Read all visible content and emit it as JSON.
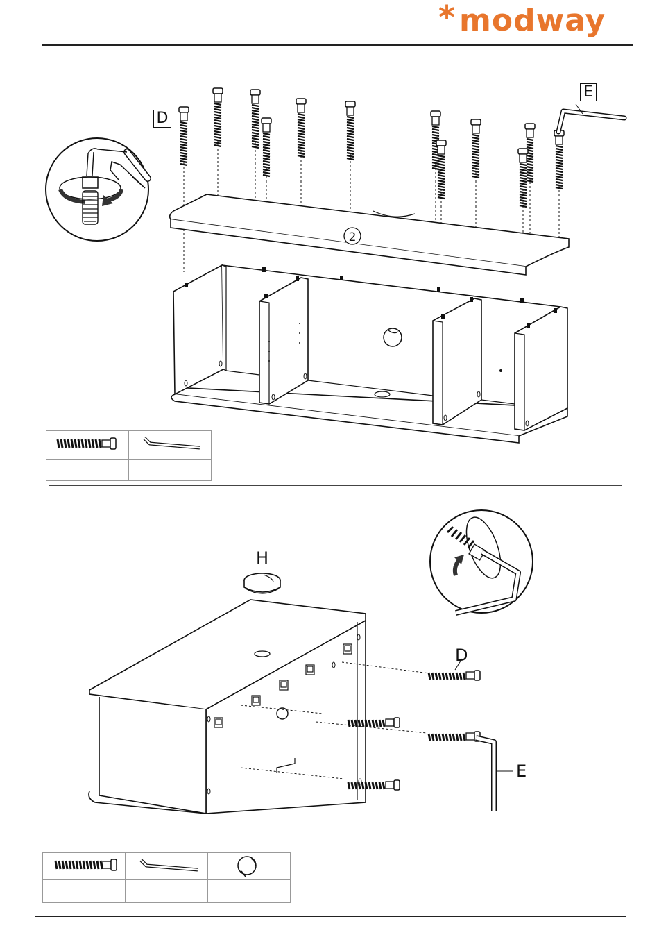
{
  "brand": {
    "star": "*",
    "name": "modway",
    "color": "#e8762d"
  },
  "step1": {
    "panel_number": "2",
    "labels": {
      "screw": "D",
      "key": "E"
    },
    "parts_table": [
      {
        "icon": "cam-bolt-icon",
        "qty": ""
      },
      {
        "icon": "allen-key-icon",
        "qty": ""
      }
    ]
  },
  "step2": {
    "labels": {
      "grommet": "H",
      "screw": "D",
      "key": "E"
    },
    "parts_table": [
      {
        "icon": "cam-bolt-icon",
        "qty": ""
      },
      {
        "icon": "allen-key-icon",
        "qty": ""
      },
      {
        "icon": "grommet-icon",
        "qty": ""
      }
    ]
  }
}
